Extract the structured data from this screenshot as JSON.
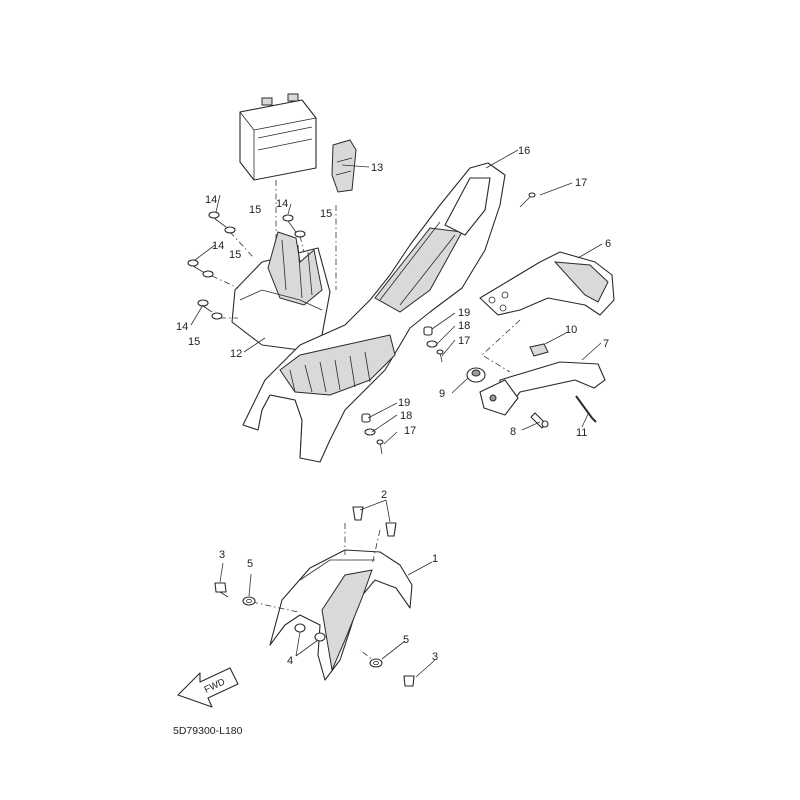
{
  "diagram_code": "5D79300-L180",
  "fwd_label": "FWD",
  "callouts": {
    "c1": "1",
    "c2": "2",
    "c3a": "3",
    "c3b": "3",
    "c4": "4",
    "c5a": "5",
    "c5b": "5",
    "c6": "6",
    "c7": "7",
    "c8": "8",
    "c9": "9",
    "c10": "10",
    "c11": "11",
    "c12": "12",
    "c13": "13",
    "c14a": "14",
    "c14b": "14",
    "c14c": "14",
    "c14d": "14",
    "c15a": "15",
    "c15b": "15",
    "c15c": "15",
    "c15d": "15",
    "c16": "16",
    "c17a": "17",
    "c17b": "17",
    "c17c": "17",
    "c18a": "18",
    "c18b": "18",
    "c19a": "19",
    "c19b": "19"
  }
}
